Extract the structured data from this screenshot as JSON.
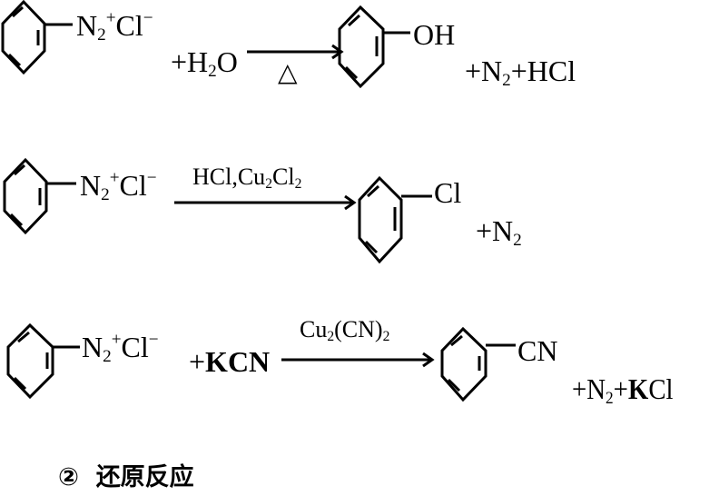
{
  "reactions": [
    {
      "reactant": {
        "base": "N",
        "sub": "2",
        "sup": "+",
        "anion": "Cl",
        "anion_charge": "−"
      },
      "coreactant": {
        "prefix": "+H",
        "sub": "2",
        "suffix": "O"
      },
      "condition_below": "△",
      "product_group": "OH",
      "byproducts": {
        "p1": "+N",
        "sub": "2",
        "p2": "+HCl"
      }
    },
    {
      "reactant": {
        "base": "N",
        "sub": "2",
        "sup": "+",
        "anion": "Cl",
        "anion_charge": "−"
      },
      "condition_above": {
        "a": "HCl,Cu",
        "sub1": "2",
        "b": "Cl",
        "sub2": "2"
      },
      "product_group": "Cl",
      "byproducts": {
        "p1": "+N",
        "sub": "2"
      }
    },
    {
      "reactant": {
        "base": "N",
        "sub": "2",
        "sup": "+",
        "anion": "Cl",
        "anion_charge": "−"
      },
      "coreactant": {
        "plus": "+",
        "bold": "KCN"
      },
      "condition_above": {
        "a": "Cu",
        "sub1": "2",
        "b": "(CN)",
        "sub2": "2"
      },
      "product_group": "CN",
      "byproducts": {
        "p1": "+N",
        "sub": "2",
        "p2": "+",
        "bold": "K",
        "p3": "Cl"
      }
    }
  ],
  "footer": {
    "number": "②",
    "heading": "还原反应"
  }
}
